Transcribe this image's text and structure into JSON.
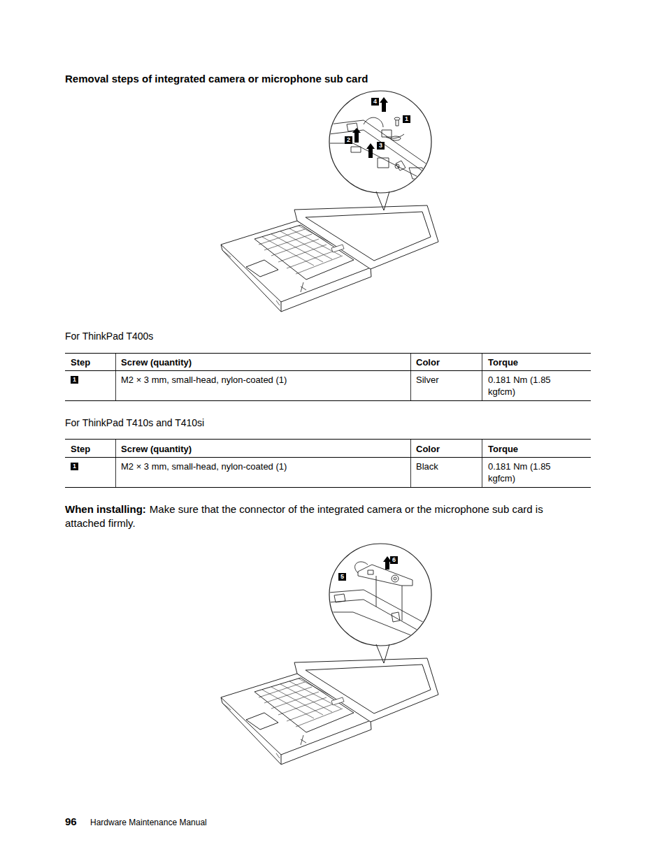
{
  "diagram": {
    "title": "Removal steps of integrated camera or microphone sub card",
    "labels": [
      "4",
      "1",
      "2",
      "3",
      "For ThinkPad T400s",
      "Step",
      "Screw (quantity)",
      "Color",
      "Torque",
      "1",
      "M2 × 3 mm, small-head, nylon-coated (1)",
      "Silver",
      "0.181 Nm (1.85 kgfcm)",
      "For ThinkPad T410s and T410si",
      "Step",
      "Screw (quantity)",
      "Color",
      "Torque",
      "1",
      "M2 × 3 mm, small-head, nylon-coated (1)",
      "Black",
      "0.181 Nm (1.85 kgfcm)",
      "When installing:",
      "Make sure that the connector of the integrated camera or the microphone sub card is attached firmly.",
      "6",
      "5",
      "96",
      "Hardware Maintenance Manual"
    ]
  }
}
